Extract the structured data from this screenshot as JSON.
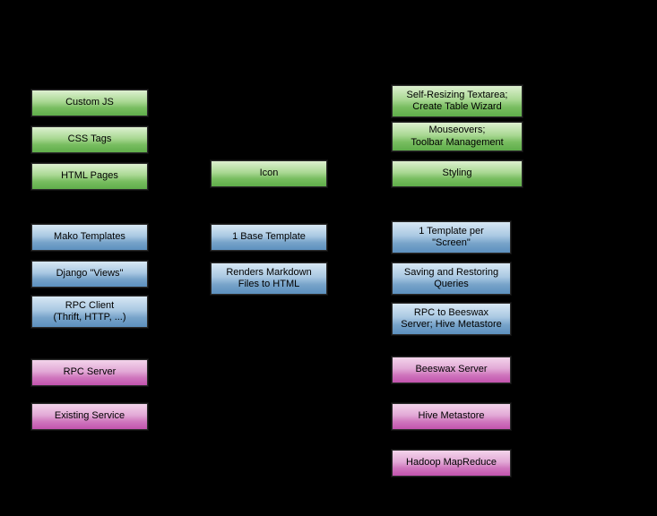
{
  "colors": {
    "background": "#000000",
    "green_top": "#ddf0d0",
    "green_bottom": "#5fae4a",
    "blue_top": "#d8e8f4",
    "blue_bottom": "#5c90bf",
    "magenta_top": "#f3d4eb",
    "magenta_bottom": "#c253ae",
    "box_text": "#000000"
  },
  "boxes": {
    "custom_js": "Custom JS",
    "css_tags": "CSS Tags",
    "html_pages": "HTML Pages",
    "icon": "Icon",
    "self_resizing": "Self-Resizing Textarea;\nCreate Table Wizard",
    "mouseovers": "Mouseovers;\nToolbar Management",
    "styling": "Styling",
    "mako_templates": "Mako Templates",
    "django_views": "Django \"Views\"",
    "rpc_client": "RPC Client\n(Thrift, HTTP, ...)",
    "base_template": "1 Base Template",
    "renders_markdown": "Renders Markdown\nFiles to HTML",
    "template_per_screen": "1 Template per\n\"Screen\"",
    "saving_queries": "Saving and Restoring\nQueries",
    "rpc_beeswax": "RPC to Beeswax\nServer; Hive Metastore",
    "rpc_server": "RPC Server",
    "existing_service": "Existing Service",
    "beeswax_server": "Beeswax Server",
    "hive_metastore": "Hive Metastore",
    "hadoop_mapreduce": "Hadoop MapReduce"
  }
}
